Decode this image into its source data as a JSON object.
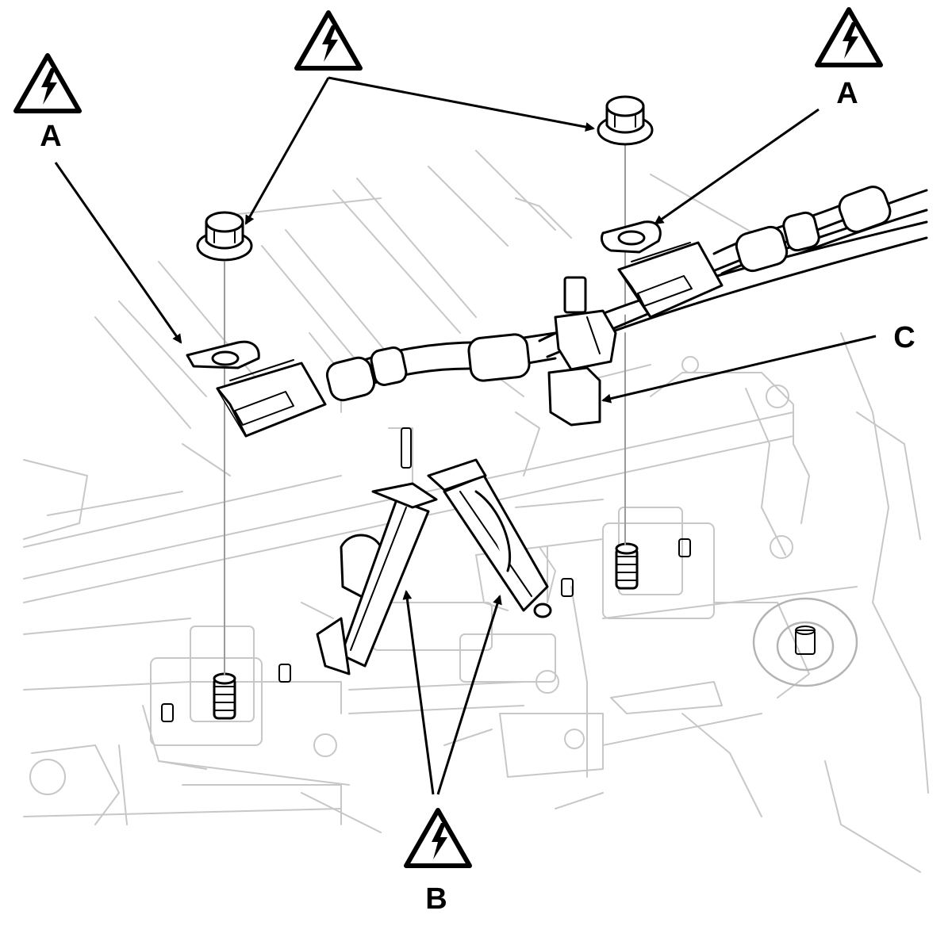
{
  "labels": {
    "a_left": "A",
    "a_right": "A",
    "b": "B",
    "c": "C"
  },
  "icons": {
    "warning": "high-voltage-warning-icon"
  },
  "colors": {
    "line": "#000000",
    "background_detail": "#c7c7c7",
    "guide": "#9a9a9a",
    "background": "#ffffff"
  }
}
